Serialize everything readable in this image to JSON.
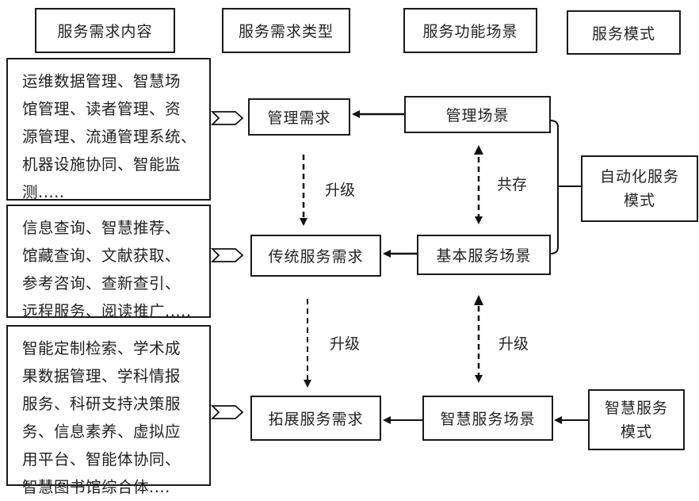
{
  "headers": {
    "content": "服务需求内容",
    "type": "服务需求类型",
    "scene": "服务功能场景",
    "mode": "服务模式"
  },
  "content_boxes": [
    {
      "lines": [
        "运维数据管理、智慧场",
        "馆管理、读者管理、资",
        "源管理、流通管理系统、",
        "机器设施协同、智能监",
        "测....."
      ]
    },
    {
      "lines": [
        "信息查询、智慧推荐、",
        "馆藏查询、文献获取、",
        "参考咨询、查新查引、",
        "远程服务、阅读推广....."
      ]
    },
    {
      "lines": [
        "智能定制检索、学术成",
        "果数据管理、学科情报",
        "服务、科研支持决策服",
        "务、信息素养、虚拟应",
        "用平台、智能体协同、",
        "智慧图书馆综合体...."
      ]
    }
  ],
  "demand_types": {
    "management": "管理需求",
    "traditional": "传统服务需求",
    "extended": "拓展服务需求"
  },
  "scenes": {
    "management": "管理场景",
    "basic": "基本服务场景",
    "smart": "智慧服务场景"
  },
  "modes": {
    "automated_line1": "自动化服务",
    "automated_line2": "模式",
    "smart_line1": "智慧服务",
    "smart_line2": "模式"
  },
  "relations": {
    "upgrade_1": "升级",
    "upgrade_2": "升级",
    "coexist": "共存",
    "upgrade_3": "升级"
  }
}
